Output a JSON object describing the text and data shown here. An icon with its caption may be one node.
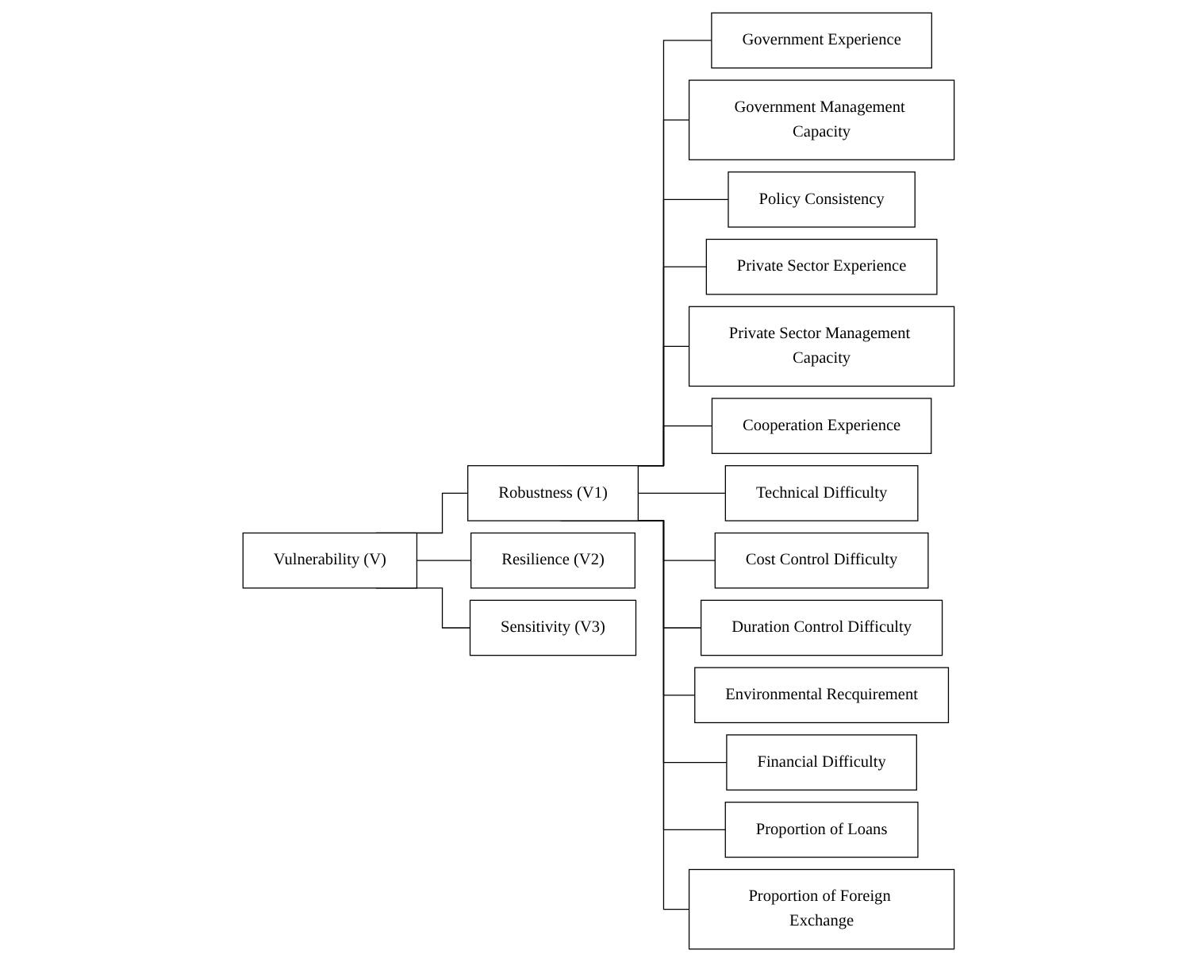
{
  "diagram": {
    "nodes": [
      {
        "text": [
          "Vulnerability (V)"
        ]
      },
      {
        "text": [
          "Robustness (V1)"
        ]
      },
      {
        "text": [
          "Resilience (V2)"
        ]
      },
      {
        "text": [
          "Sensitivity (V3)"
        ]
      },
      {
        "text": [
          "Government Experience"
        ]
      },
      {
        "text": [
          "Government Management Capacity"
        ]
      },
      {
        "text": [
          "Policy Consistency"
        ]
      },
      {
        "text": [
          "Private Sector Experience"
        ]
      },
      {
        "text": [
          "Private Sector Management Capacity"
        ]
      },
      {
        "text": [
          "Cooperation Experience"
        ]
      },
      {
        "text": [
          "Technical Difficulty"
        ]
      },
      {
        "text": [
          "Cost Control Difficulty"
        ]
      },
      {
        "text": [
          "Duration Control Difficulty"
        ]
      },
      {
        "text": [
          "Environmental Recquirement"
        ]
      },
      {
        "text": [
          "Financial Difficulty"
        ]
      },
      {
        "text": [
          "Proportion of Loans"
        ]
      },
      {
        "text": [
          "Proportion of Foreign Exchange"
        ]
      }
    ],
    "edges": [
      {
        "from": 0,
        "to": 1,
        "arrow": "none"
      },
      {
        "from": 0,
        "to": 2,
        "arrow": "none"
      },
      {
        "from": 0,
        "to": 3,
        "arrow": "none"
      },
      {
        "from": 1,
        "to": 4,
        "arrow": "none"
      },
      {
        "from": 1,
        "to": 5,
        "arrow": "none"
      },
      {
        "from": 1,
        "to": 6,
        "arrow": "none"
      },
      {
        "from": 1,
        "to": 7,
        "arrow": "none"
      },
      {
        "from": 1,
        "to": 8,
        "arrow": "none"
      },
      {
        "from": 1,
        "to": 9,
        "arrow": "none"
      },
      {
        "from": 1,
        "to": 10,
        "arrow": "none"
      },
      {
        "from": 1,
        "to": 11,
        "arrow": "none"
      },
      {
        "from": 1,
        "to": 12,
        "arrow": "none"
      },
      {
        "from": 1,
        "to": 13,
        "arrow": "none"
      },
      {
        "from": 1,
        "to": 14,
        "arrow": "none"
      },
      {
        "from": 1,
        "to": 15,
        "arrow": "none"
      },
      {
        "from": 1,
        "to": 16,
        "arrow": "none"
      }
    ]
  }
}
